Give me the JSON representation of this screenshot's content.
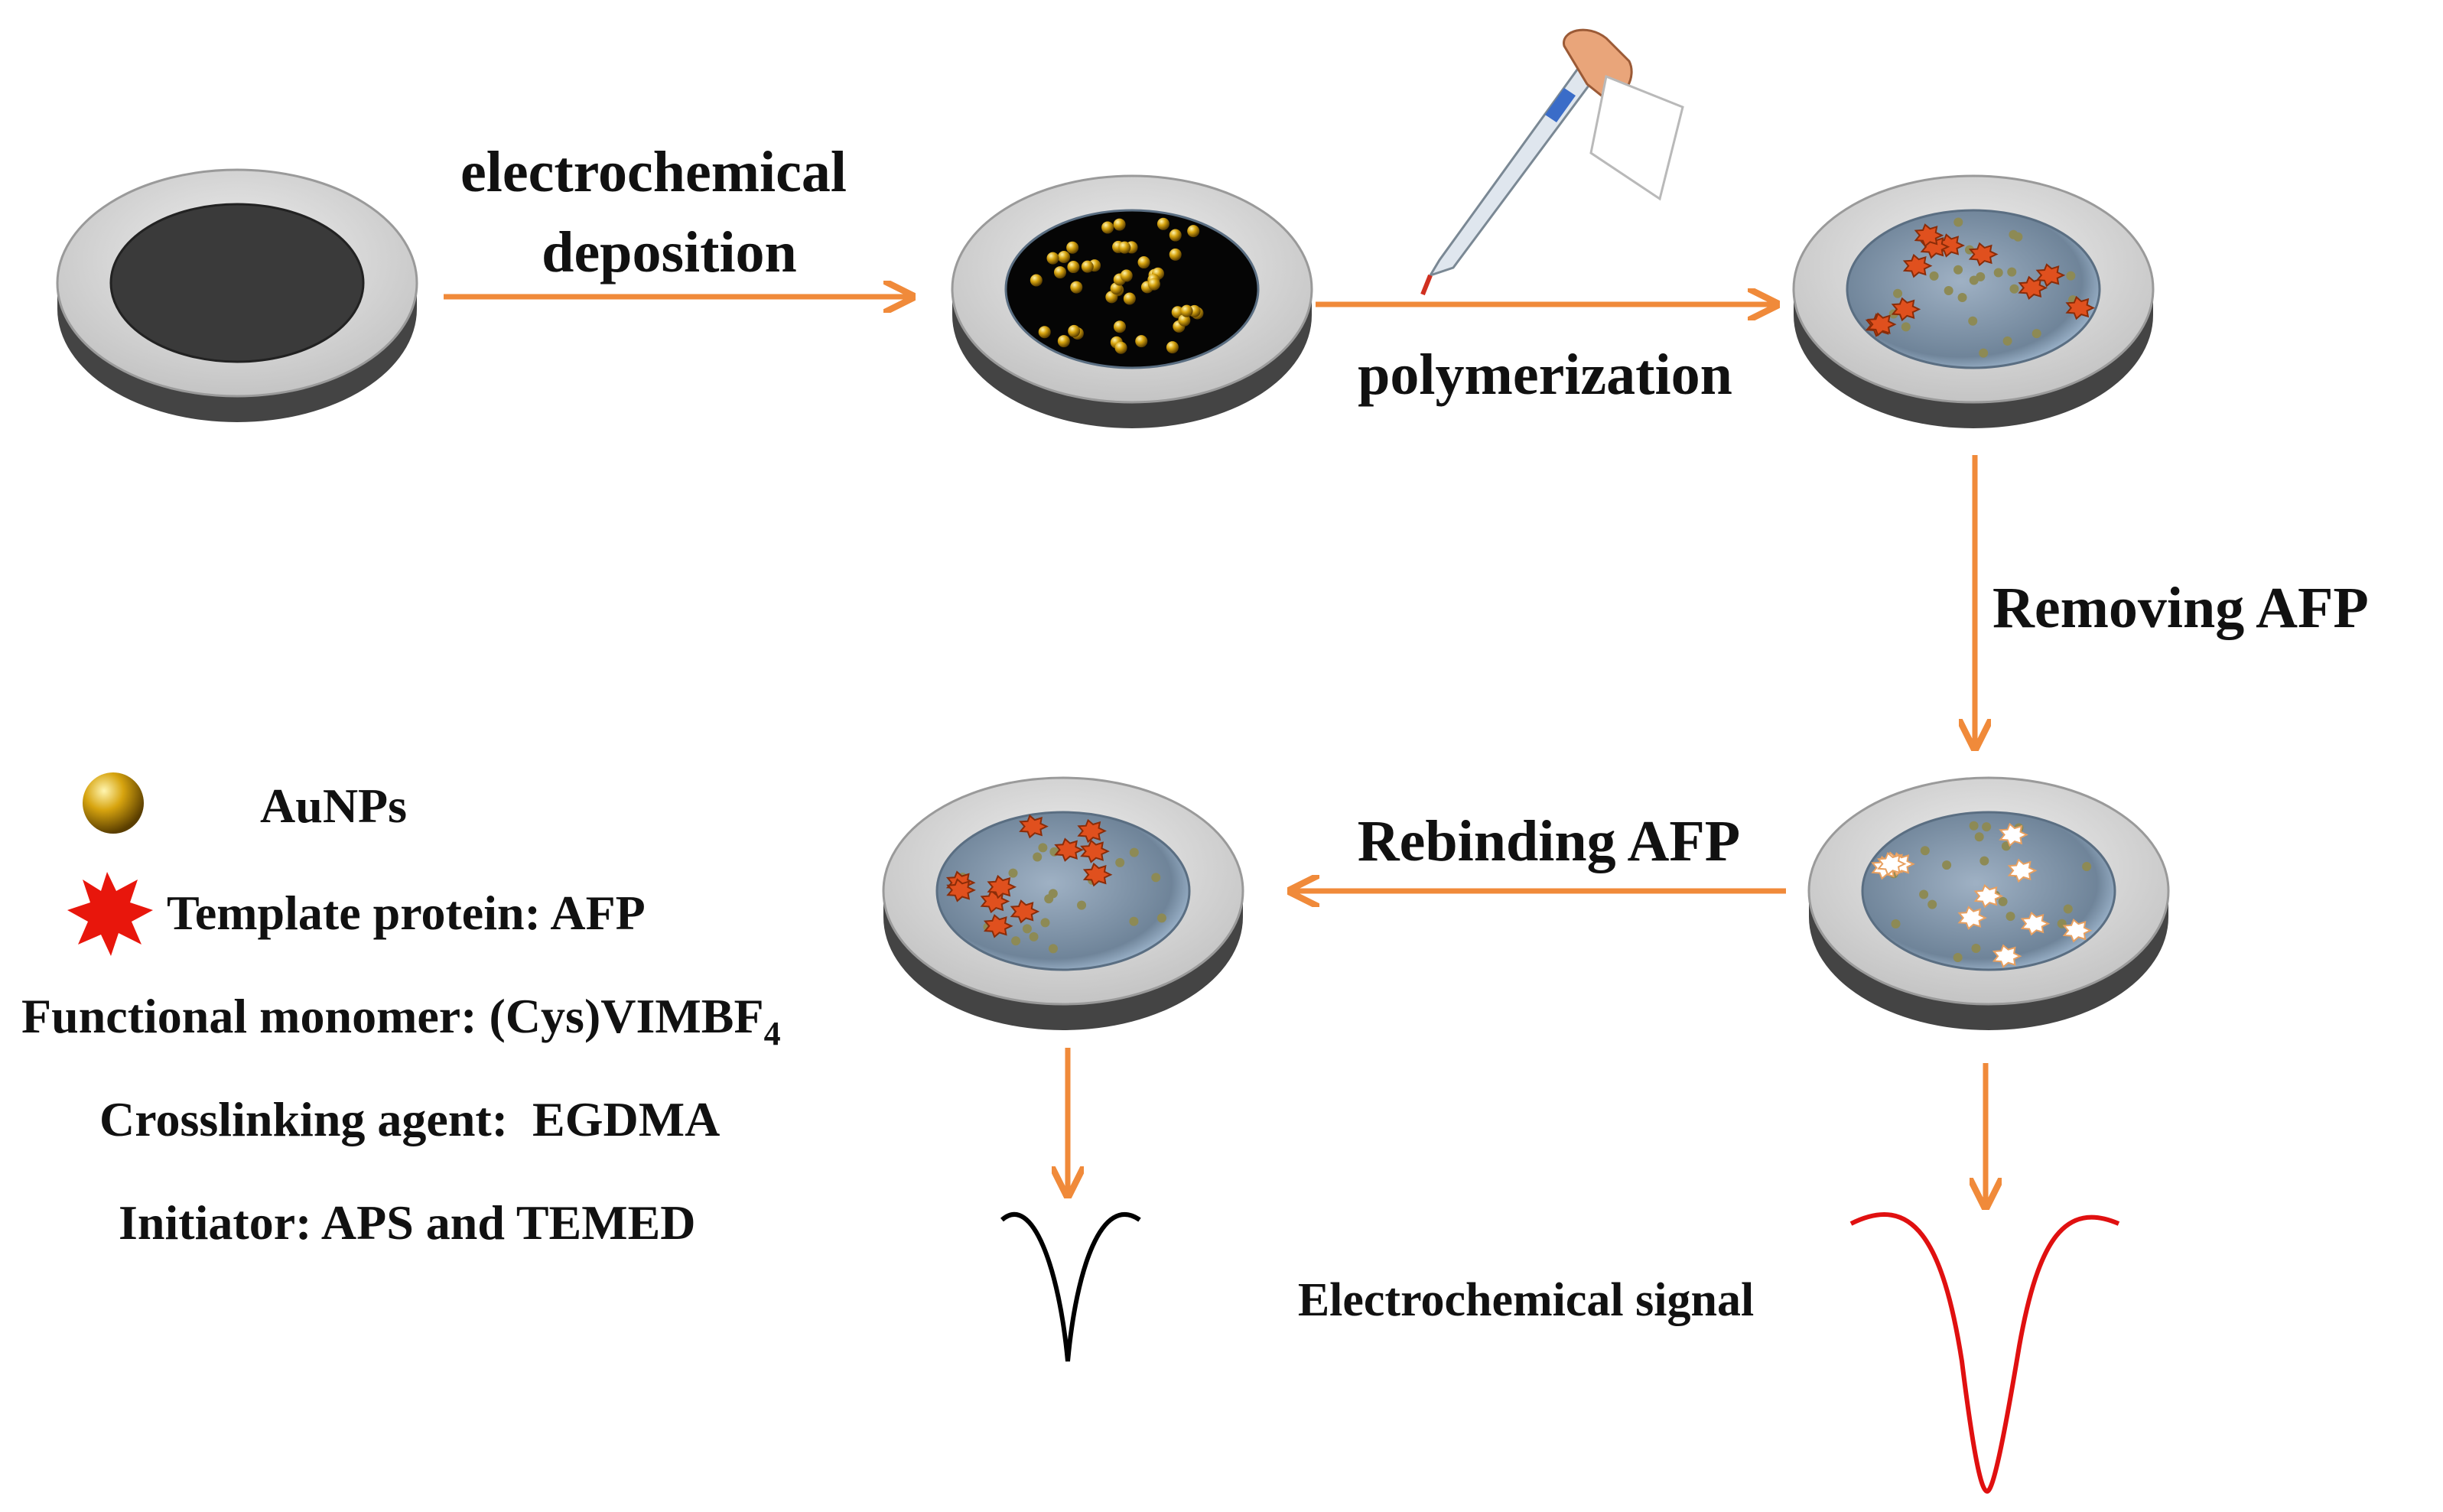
{
  "steps": {
    "electrochemical_deposition": [
      "electrochemical",
      "deposition"
    ],
    "polymerization": "polymerization",
    "removing": "Removing AFP",
    "rebinding": "Rebinding AFP"
  },
  "legend": {
    "aunps": "AuNPs",
    "template_protein": "Template protein: AFP",
    "functional_monomer": "Functional monomer: (Cys)VIMBF",
    "functional_monomer_subscript": "4",
    "crosslinking_agent": "Crosslinking agent:  EGDMA",
    "initiator": "Initiator: APS and TEMED"
  },
  "signal_label": "Electrochemical signal",
  "colors": {
    "arrow": "#f08a3a",
    "electrode_rim": "#d9d9d9",
    "electrode_side": "#444444",
    "bare_surface": "#3a3a3a",
    "deposited_surface": "#050505",
    "polymer_surface": "#7f93a8",
    "gold": "#d7a40f",
    "protein": "#e0501e",
    "cavity": "#ffffff",
    "signal_small": "#000000",
    "signal_large": "#e01010",
    "template_star": "#e8160c"
  },
  "icons": [
    "electrode-icon",
    "gold-nanoparticle-icon",
    "template-protein-icon",
    "pipette-hand-icon",
    "signal-curve-icon",
    "arrow-icon"
  ]
}
